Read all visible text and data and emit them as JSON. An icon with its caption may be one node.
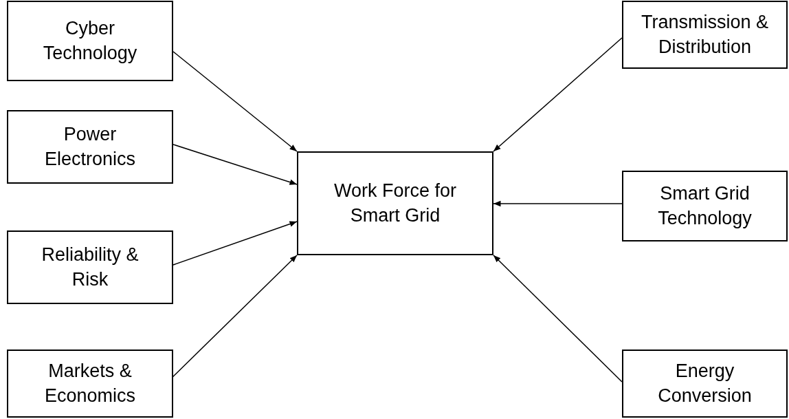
{
  "diagram": {
    "nodes": [
      {
        "text": [
          "Cyber Technology"
        ]
      },
      {
        "text": [
          "Power Electronics"
        ]
      },
      {
        "text": [
          "Reliability & Risk"
        ]
      },
      {
        "text": [
          "Markets & Economics"
        ]
      },
      {
        "text": [
          "Work Force for Smart Grid"
        ]
      },
      {
        "text": [
          "Transmission & Distribution"
        ]
      },
      {
        "text": [
          "Smart Grid Technology"
        ]
      },
      {
        "text": [
          "Energy Conversion"
        ]
      }
    ],
    "edges": [
      {
        "from": 0,
        "to": 4,
        "arrow": "to"
      },
      {
        "from": 1,
        "to": 4,
        "arrow": "to"
      },
      {
        "from": 2,
        "to": 4,
        "arrow": "to"
      },
      {
        "from": 3,
        "to": 4,
        "arrow": "to"
      },
      {
        "from": 5,
        "to": 4,
        "arrow": "to"
      },
      {
        "from": 6,
        "to": 4,
        "arrow": "to"
      },
      {
        "from": 7,
        "to": 4,
        "arrow": "to"
      }
    ]
  }
}
